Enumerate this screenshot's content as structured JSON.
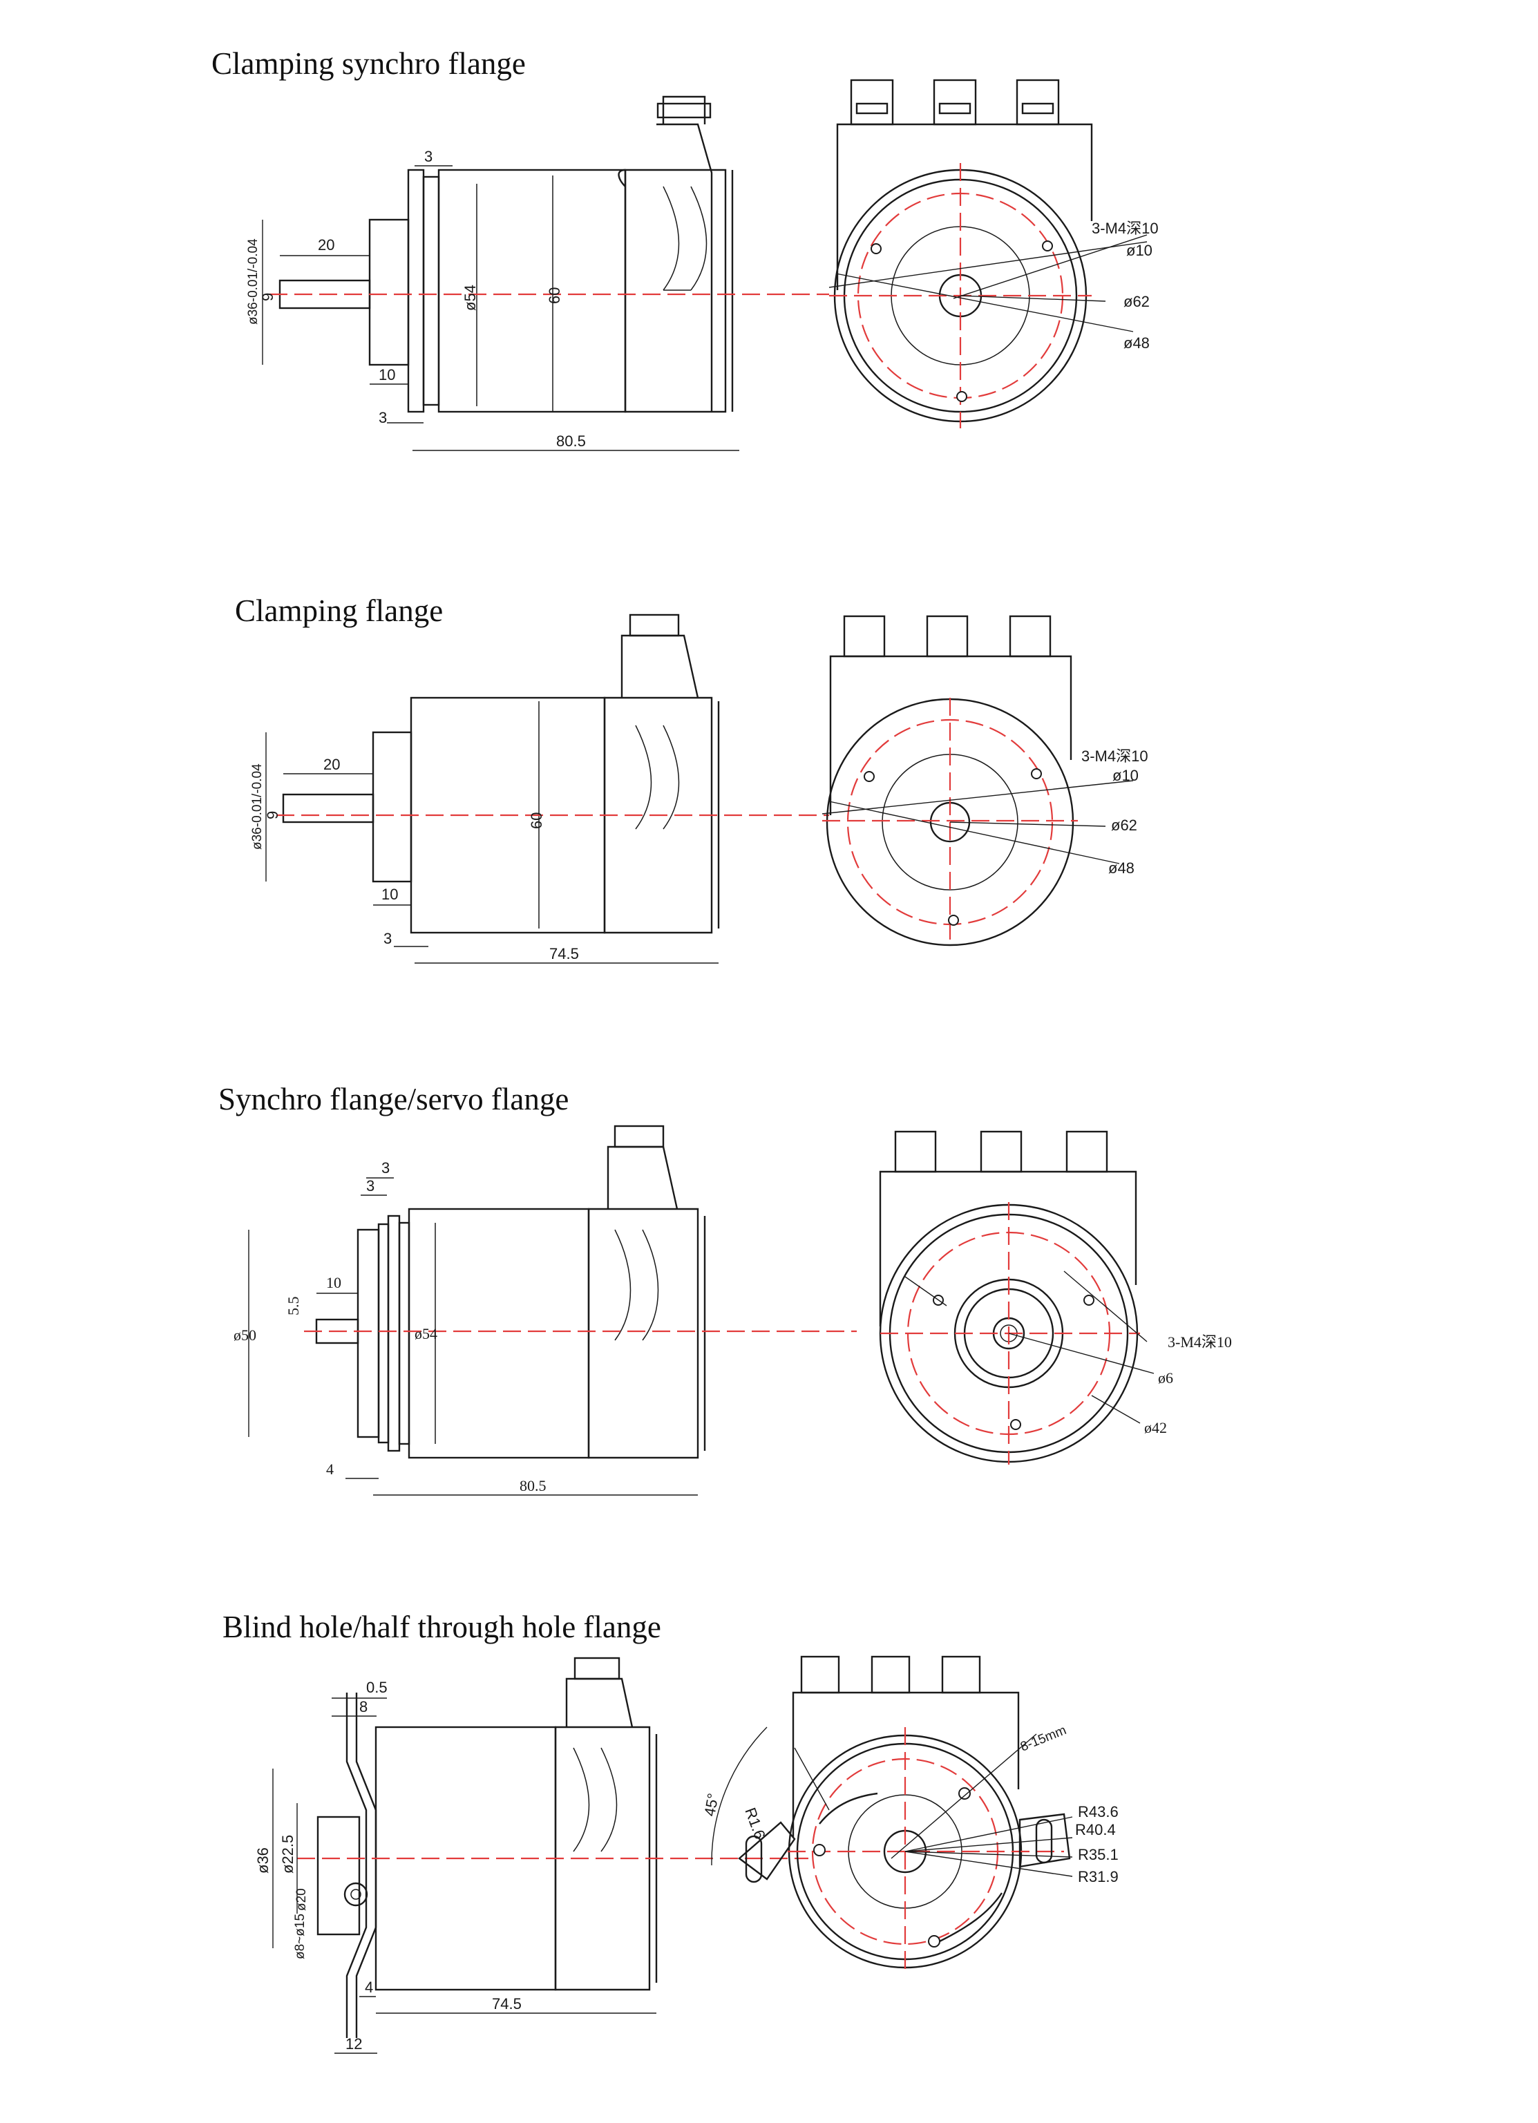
{
  "sections": [
    {
      "title": "Clamping synchro flange",
      "dims": {
        "d_outer": "ø36-0.01/-0.04",
        "shaft_d": "9",
        "shaft_len": "20",
        "flange_w": "10",
        "step": "3",
        "top_step": "3",
        "body_d": "ø54",
        "height": "60",
        "total_len": "80.5"
      },
      "callouts": {
        "thread": "3-M4深10",
        "bore": "ø10",
        "outer": "ø62",
        "pcd": "ø48"
      }
    },
    {
      "title": "Clamping flange",
      "dims": {
        "d_outer": "ø36-0.01/-0.04",
        "shaft_d": "9",
        "shaft_len": "20",
        "flange_w": "10",
        "step": "3",
        "height": "60",
        "total_len": "74.5"
      },
      "callouts": {
        "thread": "3-M4深10",
        "bore": "ø10",
        "outer": "ø62",
        "pcd": "ø48"
      }
    },
    {
      "title": "Synchro flange/servo flange",
      "dims": {
        "top1": "3",
        "top2": "3",
        "shaft_len": "10",
        "shaft_d": "5.5",
        "d_outer": "ø50",
        "body_d": "ø54",
        "flange_w": "4",
        "total_len": "80.5"
      },
      "callouts": {
        "thread": "3-M4深10",
        "bore": "ø6",
        "pcd": "ø42"
      }
    },
    {
      "title": "Blind hole/half through hole flange",
      "dims": {
        "top1": "0.5",
        "top2": "8",
        "d_outer": "ø36",
        "d_inner": "ø22.5",
        "d_step": "ø20",
        "bore": "ø8~ø15",
        "flange_w": "4",
        "total_len": "74.5",
        "bottom": "12"
      },
      "callouts": {
        "slot": "8-15mm",
        "angle": "45°",
        "r_small": "R1.6",
        "r1": "R43.6",
        "r2": "R40.4",
        "r3": "R35.1",
        "r4": "R31.9"
      }
    }
  ]
}
